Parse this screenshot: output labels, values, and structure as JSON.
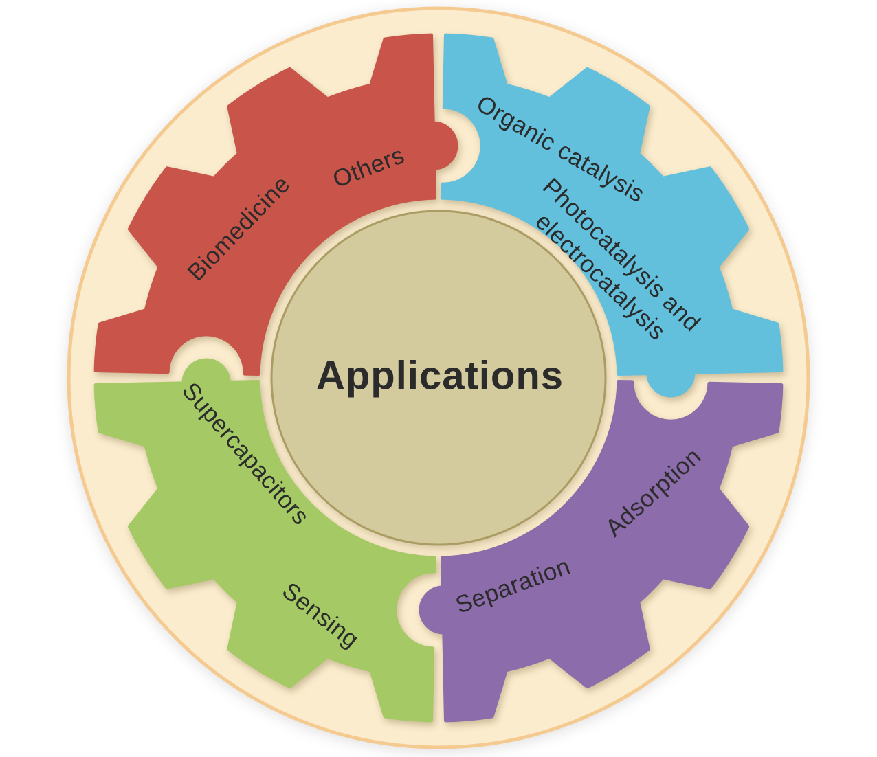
{
  "diagram": {
    "center": {
      "label": "Applications"
    },
    "palette": {
      "page_background": "#ffffff",
      "ring_fill": "#faeccd",
      "ring_border": "#f5ca90",
      "center_fill": "#d3ca9e",
      "center_border": "#ab9c63",
      "text": "#2b2b2b"
    },
    "segments": {
      "red": {
        "name": "biomedicine-others",
        "color": "#c9544a",
        "label1": "Biomedicine",
        "label2": "Others"
      },
      "blue": {
        "name": "catalysis",
        "color": "#62c0dd",
        "label1": "Organic catalysis",
        "label2_line1": "Photocatalysis and",
        "label2_line2": "electrocatalysis"
      },
      "purple": {
        "name": "separation-adsorption",
        "color": "#8c6cab",
        "label1": "Separation",
        "label2": "Adsorption"
      },
      "green": {
        "name": "supercapacitors-sensing",
        "color": "#a5ca65",
        "label1": "Supercapacitors",
        "label2": "Sensing"
      }
    }
  }
}
